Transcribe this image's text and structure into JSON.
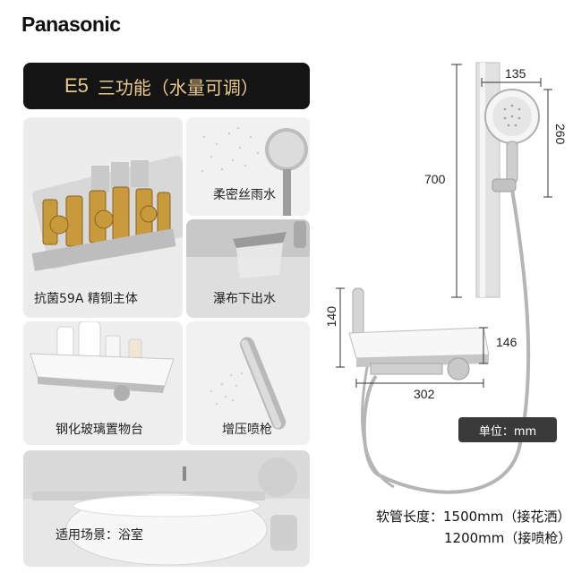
{
  "brand": "Panasonic",
  "title": {
    "model": "E5",
    "text": "三功能（水量可调）"
  },
  "features": [
    {
      "label": "抗菌59A 精铜主体"
    },
    {
      "label": "柔密丝雨水"
    },
    {
      "label": "瀑布下出水"
    },
    {
      "label": "钢化玻璃置物台"
    },
    {
      "label": "增压喷枪"
    },
    {
      "label": "适用场景：浴室"
    }
  ],
  "dimensions": {
    "bar_height": "700",
    "head_width": "135",
    "head_height": "260",
    "body_height": "140",
    "shelf_depth": "146",
    "body_width": "302"
  },
  "unit": "单位：mm",
  "hose": {
    "line1": "软管长度：1500mm（接花洒）",
    "line2": "1200mm（接喷枪）"
  },
  "colors": {
    "title_bg": "#141414",
    "title_text": "#e8c98a",
    "card_bg": "#efefef"
  }
}
